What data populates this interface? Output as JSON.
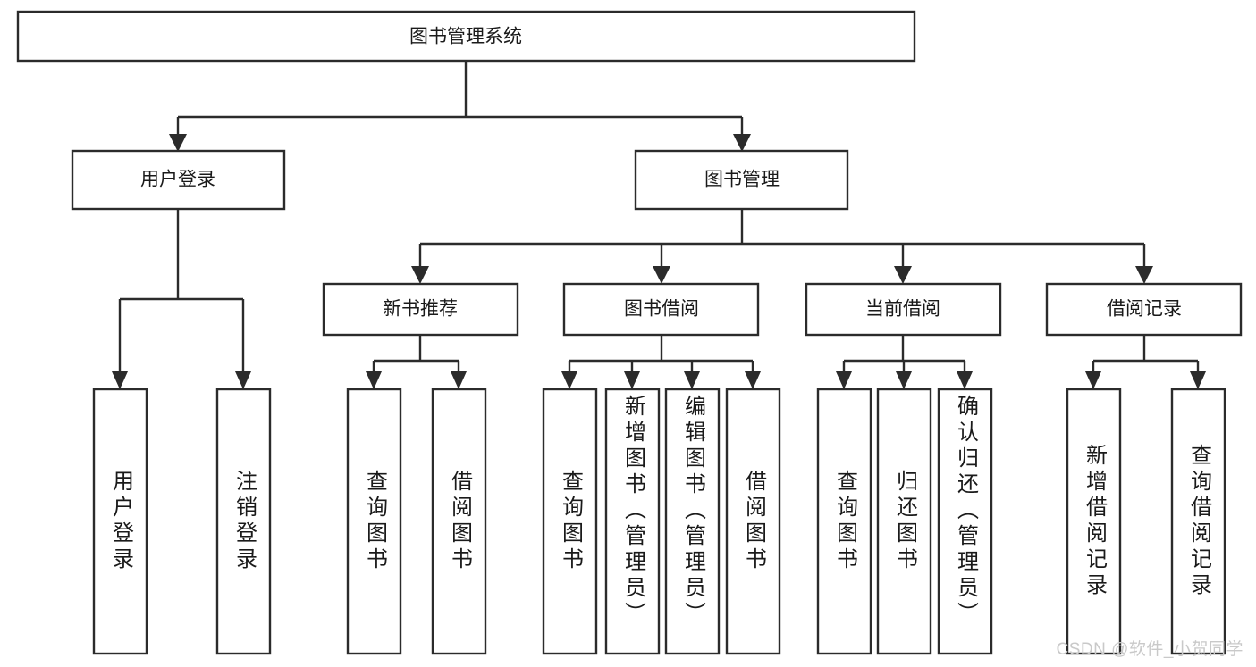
{
  "diagram": {
    "type": "tree-hierarchy-chart",
    "title": "图书管理系统",
    "watermark": "CSDN @软件_小贺同学",
    "levels": {
      "level1": [
        {
          "id": "root",
          "label": "图书管理系统"
        }
      ],
      "level2": [
        {
          "id": "user-login",
          "label": "用户登录"
        },
        {
          "id": "book-manage",
          "label": "图书管理"
        }
      ],
      "level3": [
        {
          "id": "new-book-rec",
          "label": "新书推荐"
        },
        {
          "id": "book-borrow",
          "label": "图书借阅"
        },
        {
          "id": "current-borrow",
          "label": "当前借阅"
        },
        {
          "id": "borrow-record",
          "label": "借阅记录"
        }
      ],
      "level4": [
        {
          "id": "leaf-user-login",
          "label": "用户登录",
          "parent": "user-login"
        },
        {
          "id": "leaf-logout",
          "label": "注销登录",
          "parent": "user-login"
        },
        {
          "id": "leaf-query-book-1",
          "label": "查询图书",
          "parent": "new-book-rec"
        },
        {
          "id": "leaf-borrow-book-1",
          "label": "借阅图书",
          "parent": "new-book-rec"
        },
        {
          "id": "leaf-query-book-2",
          "label": "查询图书",
          "parent": "book-borrow"
        },
        {
          "id": "leaf-add-book",
          "label": "新增图书（管理员）",
          "parent": "book-borrow"
        },
        {
          "id": "leaf-edit-book",
          "label": "编辑图书（管理员）",
          "parent": "book-borrow"
        },
        {
          "id": "leaf-borrow-book-2",
          "label": "借阅图书",
          "parent": "book-borrow"
        },
        {
          "id": "leaf-query-book-3",
          "label": "查询图书",
          "parent": "current-borrow"
        },
        {
          "id": "leaf-return-book",
          "label": "归还图书",
          "parent": "current-borrow"
        },
        {
          "id": "leaf-confirm-return",
          "label": "确认归还（管理员）",
          "parent": "current-borrow"
        },
        {
          "id": "leaf-add-record",
          "label": "新增借阅记录",
          "parent": "borrow-record"
        },
        {
          "id": "leaf-query-record",
          "label": "查询借阅记录",
          "parent": "borrow-record"
        }
      ]
    },
    "colors": {
      "stroke": "#2b2b2b",
      "fill": "#ffffff",
      "text": "#1a1a1a",
      "watermark": "#c9c9c9"
    }
  }
}
